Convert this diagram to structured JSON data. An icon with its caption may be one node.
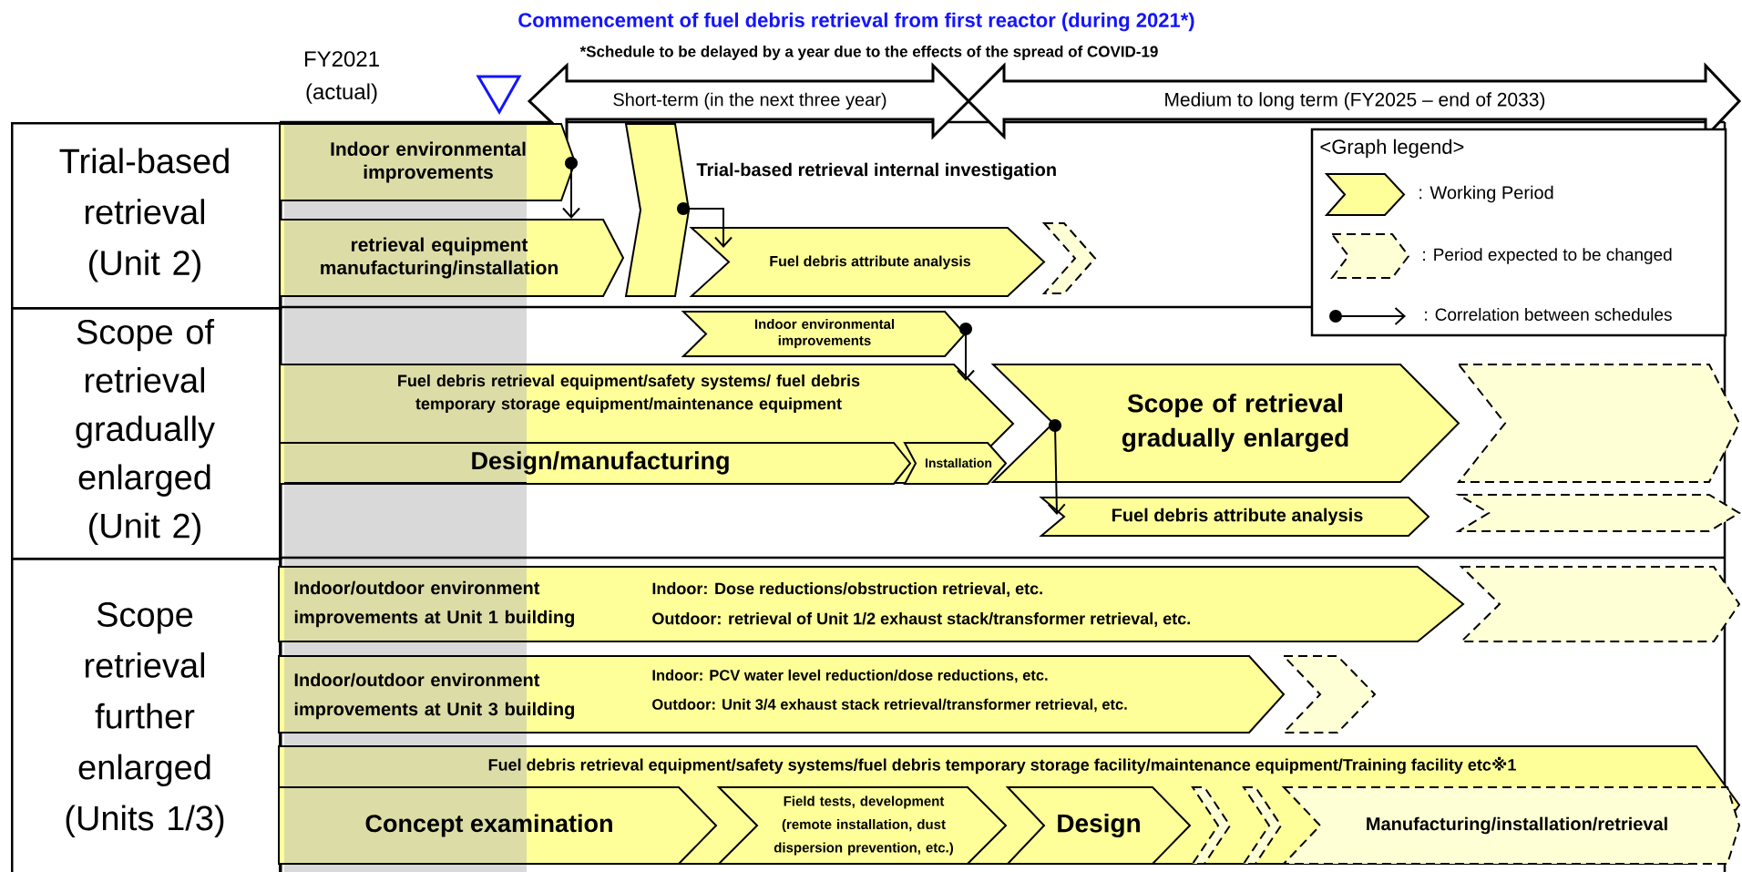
{
  "diagram": {
    "title": "Commencement of fuel debris retrieval from first reactor (during 2021*)",
    "nodes": [
      {
        "text": [
          "Short-term (in the next three year)"
        ]
      },
      {
        "text": [
          "Medium to long term (FY2025 – end of 2033)"
        ]
      },
      {
        "text": [
          "Trial-based retrieval (Unit 2)"
        ]
      },
      {
        "text": [
          "Indoor environmental improvements"
        ]
      },
      {
        "text": [
          "retrieval equipment manufacturing/installation"
        ]
      },
      {
        "text": [
          "Trial-based retrieval internal investigation"
        ]
      },
      {
        "text": [
          "Fuel debris attribute analysis"
        ]
      },
      {
        "text": [],
        "shape": "chevron"
      },
      {
        "text": [
          "Scope of retrieval gradually enlarged (Unit 2)"
        ]
      },
      {
        "text": [
          "Indoor environmental improvements"
        ]
      },
      {
        "text": [
          "Fuel debris retrieval equipment/safety systems/ fuel debris temporary storage equipment/maintenance equipment"
        ]
      },
      {
        "text": [
          "Design/manufacturing"
        ],
        "in": 10
      },
      {
        "text": [
          "Installation"
        ],
        "in": 10
      },
      {
        "text": [
          "Scope of retrieval gradually enlarged"
        ]
      },
      {
        "text": [],
        "shape": "chevron"
      },
      {
        "text": [
          "Fuel debris attribute analysis"
        ]
      },
      {
        "text": [],
        "shape": "chevron"
      },
      {
        "text": [
          "Scope retrieval further enlarged (Units 1/3)"
        ]
      },
      {
        "text": [
          "Indoor/outdoor environment improvements at Unit 1 building",
          "Indoor: Dose reductions/obstruction retrieval, etc.",
          "Outdoor: retrieval of Unit 1/2 exhaust stack/transformer retrieval, etc."
        ]
      },
      {
        "text": [],
        "shape": "chevron"
      },
      {
        "text": [
          "Indoor/outdoor environment improvements at Unit 3 building",
          "Indoor: PCV water level reduction/dose reductions, etc.",
          "Outdoor: Unit 3/4 exhaust stack retrieval/transformer retrieval, etc."
        ]
      },
      {
        "text": [],
        "shape": "chevron"
      },
      {
        "text": [
          "Fuel debris retrieval equipment/safety systems/fuel debris temporary storage facility/maintenance equipment/Training facility etc※1"
        ]
      },
      {
        "text": [
          "Concept examination"
        ],
        "in": 22
      },
      {
        "text": [
          "Field tests, development (remote installation, dust dispersion prevention, etc.)"
        ],
        "in": 22
      },
      {
        "text": [
          "Design"
        ],
        "in": 22
      },
      {
        "text": [],
        "shape": "chevron",
        "in": 22
      },
      {
        "text": [],
        "shape": "chevron",
        "in": 22
      },
      {
        "text": [
          "Manufacturing/installation/retrieval"
        ],
        "in": 22
      },
      {
        "text": [],
        "shape": "box"
      }
    ],
    "edges": [
      {
        "from": 3,
        "to": 4,
        "arrow": "to"
      },
      {
        "from": 5,
        "to": 6,
        "arrow": "to"
      },
      {
        "from": 9,
        "to": 10,
        "arrow": "to"
      },
      {
        "from": 13,
        "to": 15,
        "arrow": "to"
      }
    ],
    "labels": [
      "*Schedule to be delayed by a year due to the effects of the spread of COVID-19",
      "FY2021 (actual)",
      "<Graph legend>"
    ],
    "legend": [
      {
        "text": ": Working Period"
      },
      {
        "text": ": Period expected to be changed"
      },
      {
        "text": ": Correlation between schedules"
      }
    ]
  }
}
